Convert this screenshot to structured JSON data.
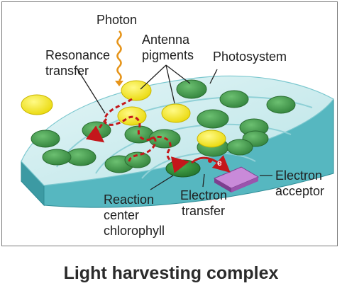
{
  "diagram": {
    "labels": {
      "photon": "Photon",
      "antenna_line1": "Antenna",
      "antenna_line2": "pigments",
      "photosystem": "Photosystem",
      "resonance_line1": "Resonance",
      "resonance_line2": "transfer",
      "electron_symbol": "e",
      "reaction_line1": "Reaction",
      "reaction_line2": "center",
      "reaction_line3": "chlorophyll",
      "etransfer_line1": "Electron",
      "etransfer_line2": "transfer",
      "acceptor_line1": "Electron",
      "acceptor_line2": "acceptor"
    },
    "colors": {
      "green_pigment": "#3f9a47",
      "yellow_pigment": "#f3ea1f",
      "disc_top": "#cfeef0",
      "disc_side": "#56b7c0",
      "energy_path": "#c4171b",
      "photon_wave": "#e69419",
      "acceptor": "#b66fc9"
    }
  },
  "caption": "Light harvesting complex"
}
